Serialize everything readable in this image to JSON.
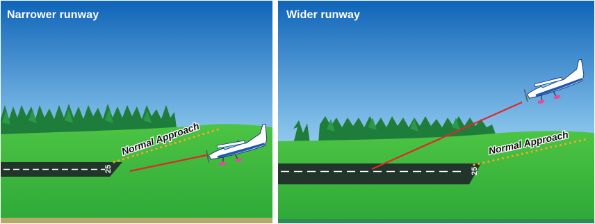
{
  "panels": [
    {
      "title": "Narrower runway",
      "approach_label": "Normal Approach",
      "runway_number": "25"
    },
    {
      "title": "Wider runway",
      "approach_label": "Normal Approach",
      "runway_number": "25"
    }
  ],
  "colors": {
    "sky_top": "#0f64b8",
    "sky_bottom": "#dbeefa",
    "ground": "#38b83a",
    "runway": "#22352a",
    "approach_dots": "#f5a623",
    "actual_path": "#e0262b",
    "trees": "#1e7a3a"
  }
}
